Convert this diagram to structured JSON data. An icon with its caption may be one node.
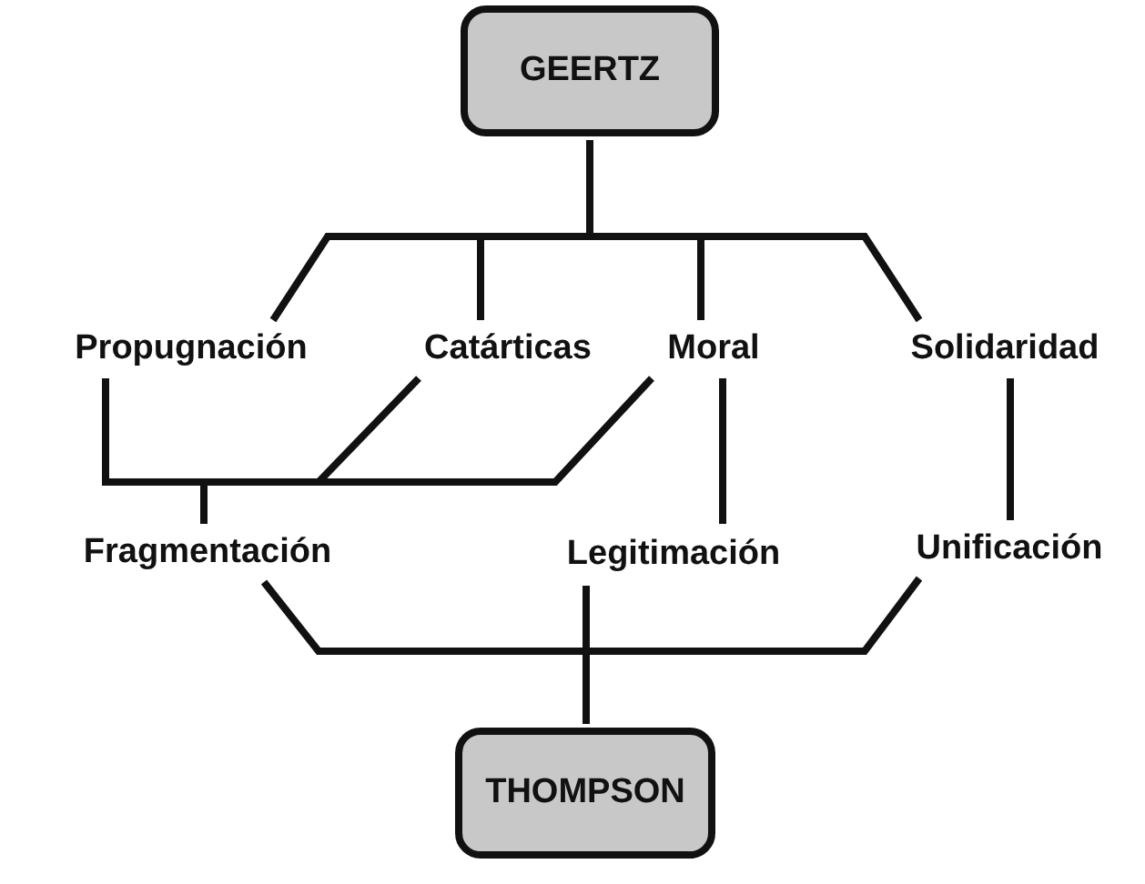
{
  "diagram": {
    "nodes": [
      {
        "text": [
          "GEERTZ"
        ]
      },
      {
        "text": [
          "Propugnación"
        ]
      },
      {
        "text": [
          "Catárticas"
        ]
      },
      {
        "text": [
          "Moral"
        ]
      },
      {
        "text": [
          "Solidaridad"
        ]
      },
      {
        "text": [
          "Fragmentación"
        ]
      },
      {
        "text": [
          "Legitimación"
        ]
      },
      {
        "text": [
          "Unificación"
        ]
      },
      {
        "text": [
          "THOMPSON"
        ]
      }
    ],
    "edges": [
      {
        "from": 0,
        "to": 1,
        "arrow": "none"
      },
      {
        "from": 0,
        "to": 2,
        "arrow": "none"
      },
      {
        "from": 0,
        "to": 3,
        "arrow": "none"
      },
      {
        "from": 0,
        "to": 4,
        "arrow": "none"
      },
      {
        "from": 1,
        "to": 5,
        "arrow": "none"
      },
      {
        "from": 2,
        "to": 5,
        "arrow": "none"
      },
      {
        "from": 3,
        "to": 5,
        "arrow": "none"
      },
      {
        "from": 3,
        "to": 6,
        "arrow": "none"
      },
      {
        "from": 4,
        "to": 7,
        "arrow": "none"
      },
      {
        "from": 5,
        "to": 8,
        "arrow": "none"
      },
      {
        "from": 6,
        "to": 8,
        "arrow": "none"
      },
      {
        "from": 7,
        "to": 8,
        "arrow": "none"
      }
    ]
  }
}
